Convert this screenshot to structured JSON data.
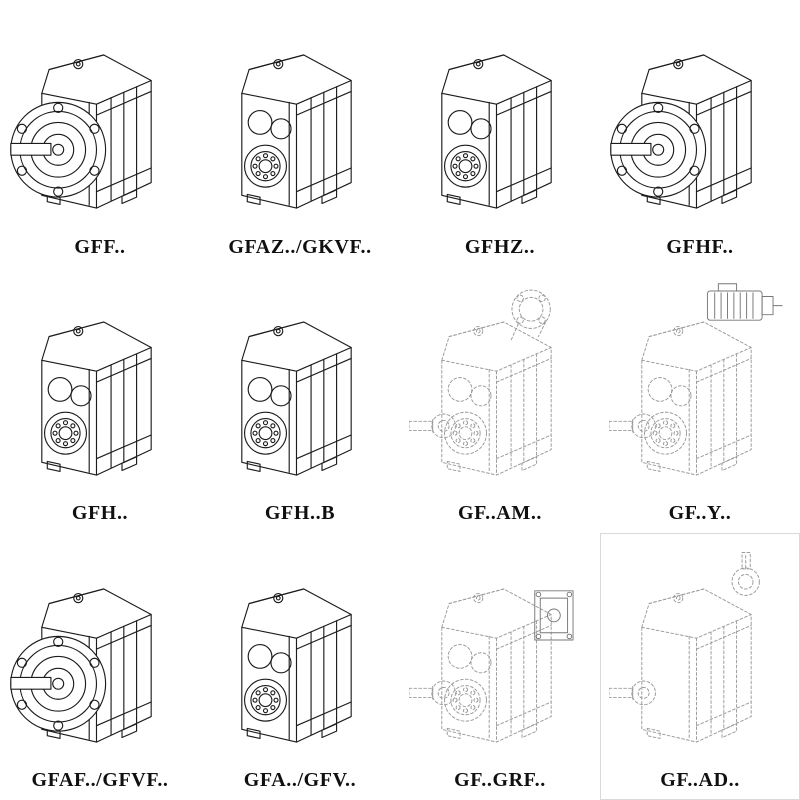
{
  "page": {
    "background": "#ffffff",
    "line_color_solid": "#1c1c1c",
    "line_color_phantom": "#9a9a9a",
    "description": "Catalog sheet of gear reducer model variants, 4 x 3 grid of isometric technical line drawings with model code labels"
  },
  "grid": {
    "columns": 4,
    "rows": 3
  },
  "items": [
    {
      "label": "GFF..",
      "variant": "flange",
      "line_style": "solid",
      "framed": false
    },
    {
      "label": "GFAZ../GKVF..",
      "variant": "bores",
      "line_style": "solid",
      "framed": false
    },
    {
      "label": "GFHZ..",
      "variant": "bores",
      "line_style": "solid",
      "framed": false
    },
    {
      "label": "GFHF..",
      "variant": "flange",
      "line_style": "solid",
      "framed": false
    },
    {
      "label": "GFH..",
      "variant": "bores",
      "line_style": "solid",
      "framed": false
    },
    {
      "label": "GFH..B",
      "variant": "bores",
      "line_style": "solid",
      "framed": false
    },
    {
      "label": "GF..AM..",
      "variant": "am",
      "line_style": "dashed",
      "framed": false
    },
    {
      "label": "GF..Y..",
      "variant": "y",
      "line_style": "dashed",
      "framed": false
    },
    {
      "label": "GFAF../GFVF..",
      "variant": "flange",
      "line_style": "solid",
      "framed": false
    },
    {
      "label": "GFA../GFV..",
      "variant": "bores",
      "line_style": "solid",
      "framed": false
    },
    {
      "label": "GF..GRF..",
      "variant": "grf",
      "line_style": "dashed",
      "framed": false
    },
    {
      "label": "GF..AD..",
      "variant": "ad",
      "line_style": "dashed",
      "framed": true
    }
  ]
}
